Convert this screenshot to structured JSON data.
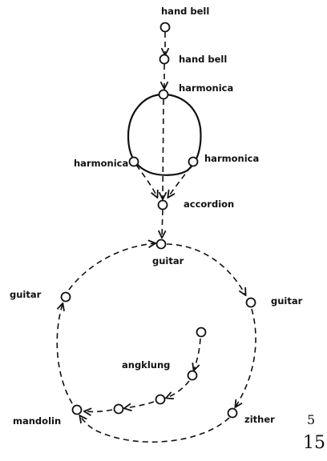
{
  "labels": {
    "hand_bell_1": "hand bell",
    "hand_bell_2": "hand bell",
    "harmonica_top": "harmonica",
    "harmonica_left": "harmonica",
    "harmonica_right": "harmonica",
    "accordion": "accordion",
    "guitar_top": "guitar",
    "guitar_left": "guitar",
    "guitar_right": "guitar",
    "angklung": "angklung",
    "mandolin": "mandolin",
    "zither": "zither"
  },
  "page_numbers": {
    "small": "5",
    "large": "15"
  }
}
